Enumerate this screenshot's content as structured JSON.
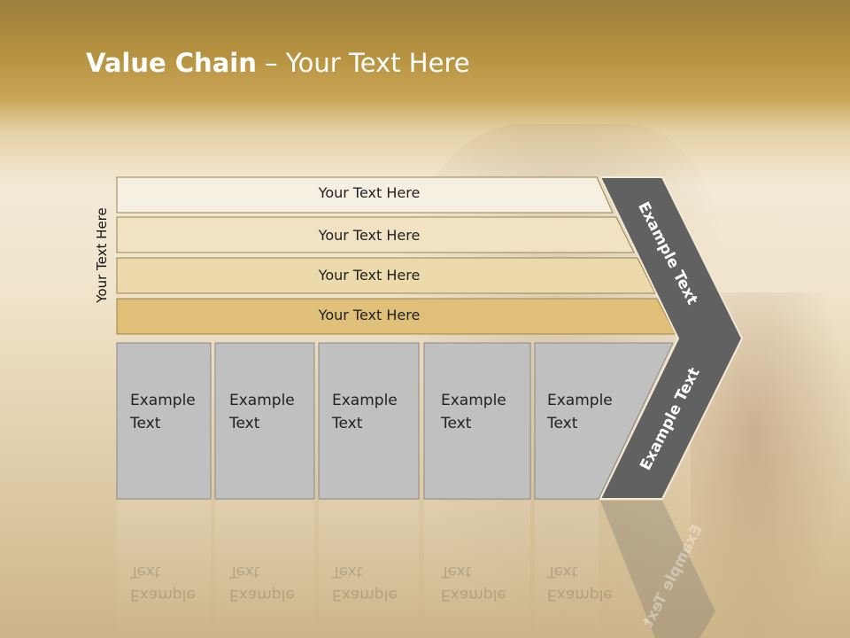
{
  "slide": {
    "title_bold": "Value Chain",
    "title_rest": " – Your Text Here",
    "side_label": "Your Text Here"
  },
  "rows": [
    {
      "label": "Your Text Here",
      "fill": "#f6f0e2"
    },
    {
      "label": "Your Text Here",
      "fill": "#f0e2c2"
    },
    {
      "label": "Your Text Here",
      "fill": "#ecd9ac"
    },
    {
      "label": "Your Text Here",
      "fill": "#e0bf78"
    }
  ],
  "cells": [
    {
      "text": "Example\nText"
    },
    {
      "text": "Example\nText"
    },
    {
      "text": "Example\nText"
    },
    {
      "text": "Example\nText"
    },
    {
      "text": "Example\nText"
    }
  ],
  "chevron": {
    "upper_label": "Example Text",
    "lower_label": "Example Text",
    "fill": "#616161"
  },
  "colors": {
    "cell_fill": "#c0c0c0",
    "cell_border": "#8a8a8a",
    "row_border": "#9a8450"
  }
}
